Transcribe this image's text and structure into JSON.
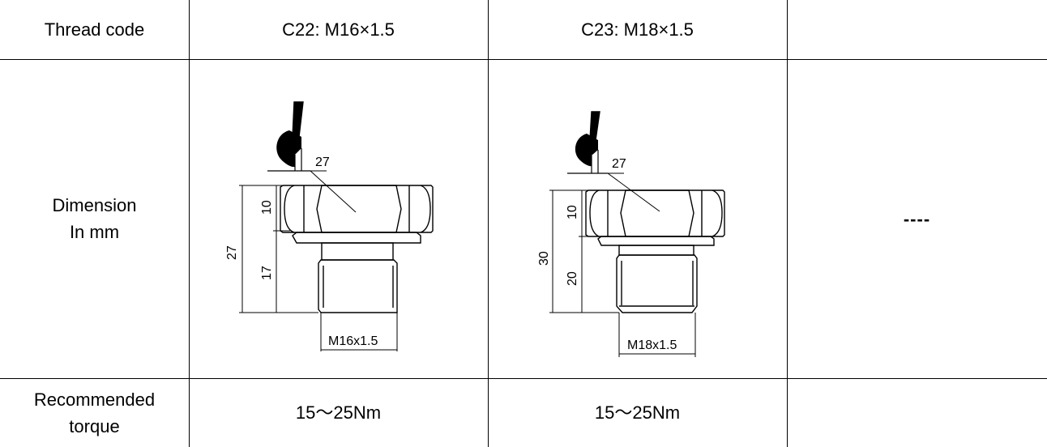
{
  "table": {
    "header": {
      "label": "Thread code",
      "col1": "C22: M16×1.5",
      "col2": "C23: M18×1.5",
      "col3": ""
    },
    "dimension_row": {
      "label_line1": "Dimension",
      "label_line2": "In mm",
      "col3": "----",
      "drawing1": {
        "wrench_size": "27",
        "hex_height": "10",
        "thread_length": "17",
        "total_height": "27",
        "thread_label": "M16x1.5"
      },
      "drawing2": {
        "wrench_size": "27",
        "hex_height": "10",
        "thread_length": "20",
        "total_height": "30",
        "thread_label": "M18x1.5"
      }
    },
    "torque_row": {
      "label_line1": "Recommended",
      "label_line2": "torque",
      "col1": "15～25Nm",
      "col2": "15～25Nm",
      "col3": ""
    }
  }
}
